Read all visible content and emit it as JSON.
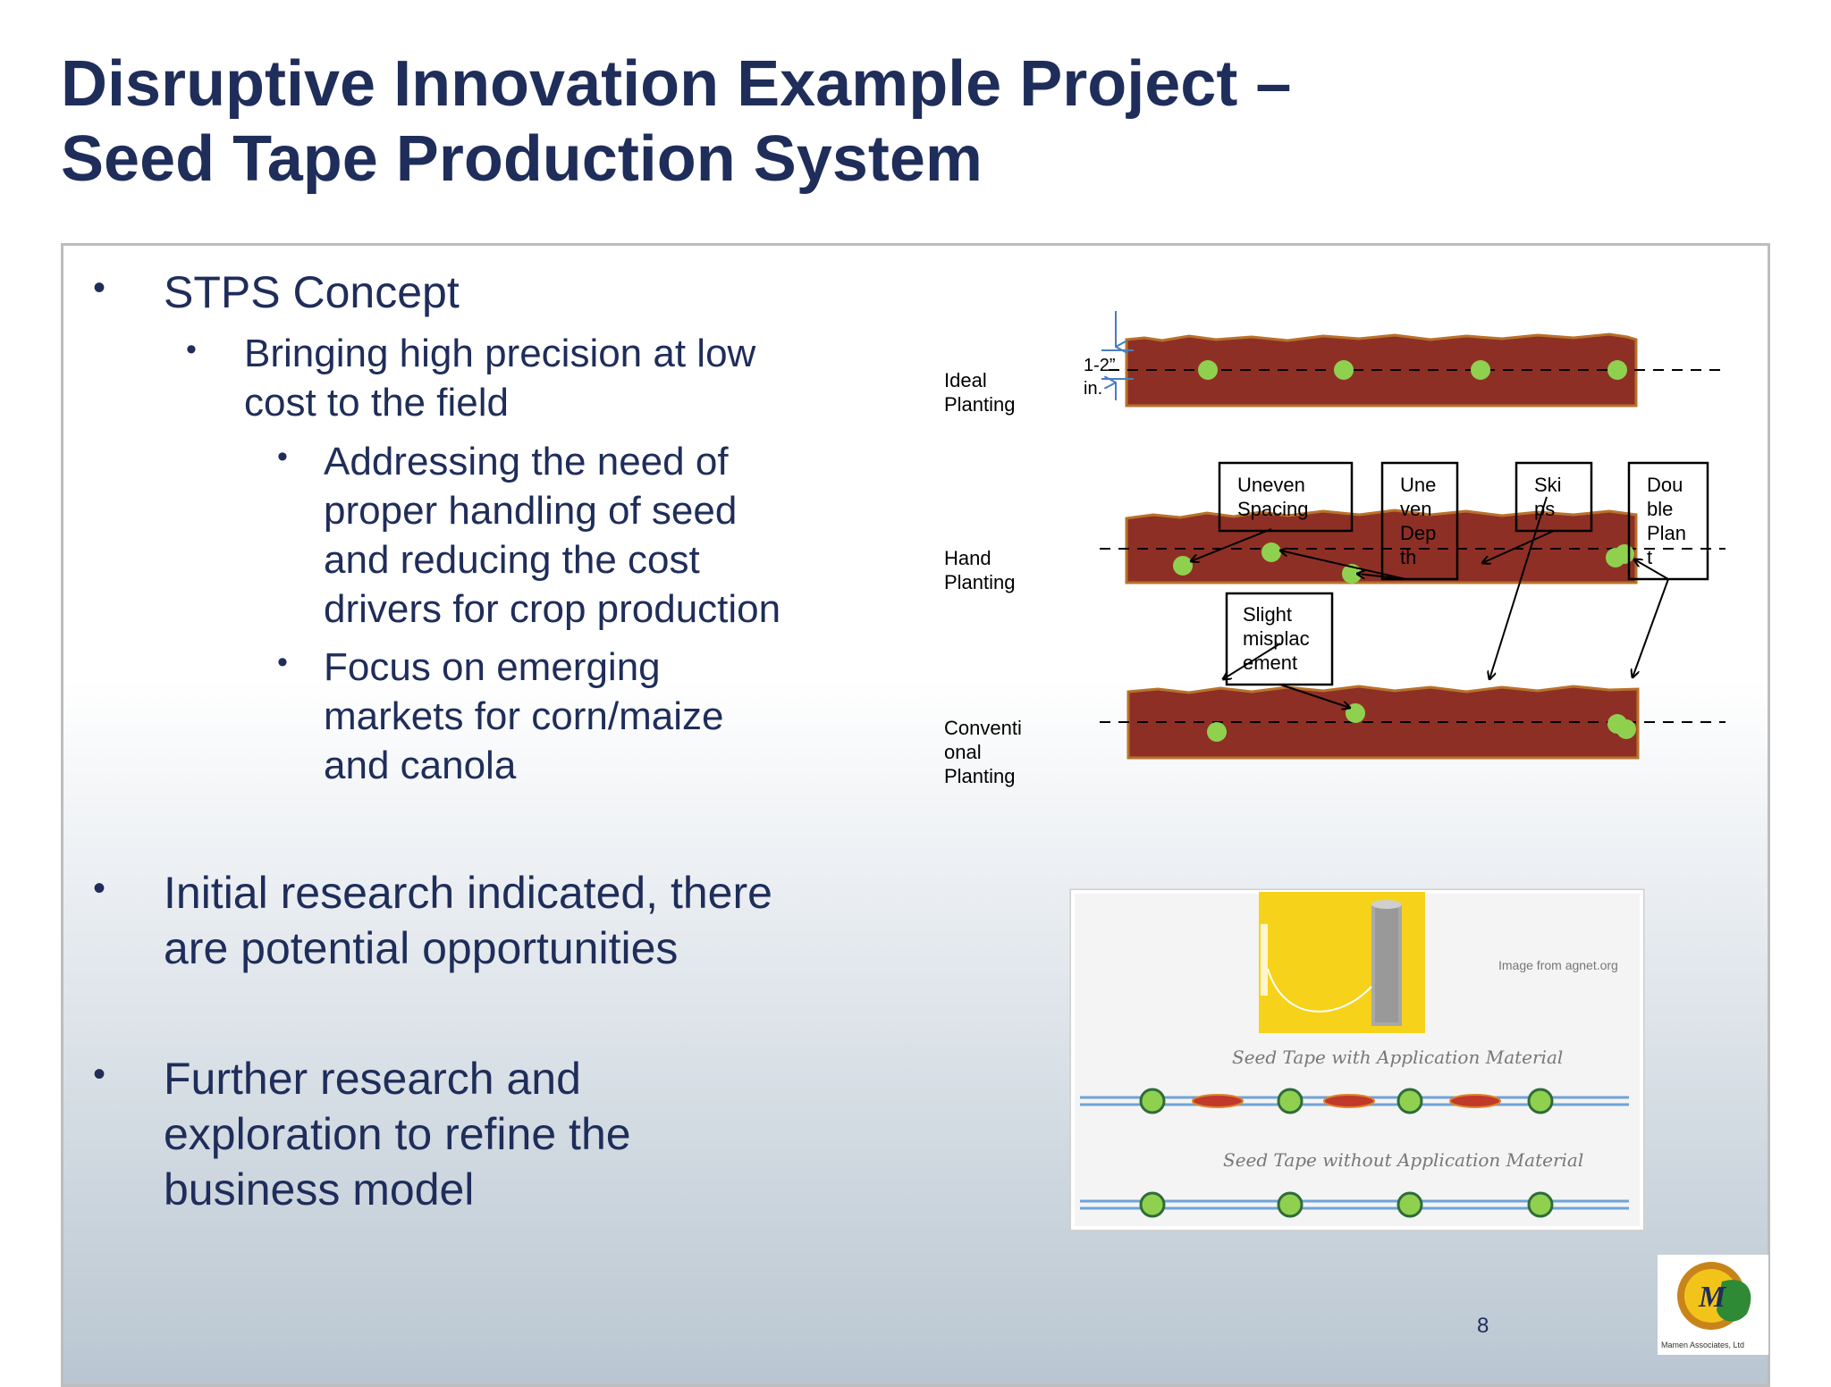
{
  "title": {
    "line1": "Disruptive Innovation Example Project –",
    "line2": "Seed Tape Production System"
  },
  "bullets": {
    "b1": "STPS Concept",
    "b1_1": [
      "Bringing high precision at low",
      "cost to the field"
    ],
    "b1_1_1": [
      "Addressing the need of",
      "proper handling of seed",
      "and reducing the cost",
      "drivers for crop production"
    ],
    "b1_1_2": [
      "Focus on emerging",
      "markets for corn/maize",
      "and canola"
    ],
    "b2": [
      "Initial research indicated, there",
      "are potential opportunities"
    ],
    "b3": [
      "Further research and",
      "exploration to refine the",
      "business model"
    ],
    "bullet_glyph": "•"
  },
  "diagram": {
    "rows": {
      "ideal": "Ideal\nPlanting",
      "hand": "Hand\nPlanting",
      "conventional": "Conventi\nonal\nPlanting"
    },
    "depth_label": "1-2”\nin.",
    "boxes": {
      "uneven_spacing": "Uneven\nSpacing",
      "uneven_depth": "Une\nven\nDep\nth",
      "skips": "Ski\nps",
      "double": "Dou\nble\nPlan\nt",
      "slight": "Slight\nmisplac\nement"
    },
    "colors": {
      "soil": "#8e2f26",
      "soil_border": "#b8722a",
      "seed": "#8fd14f"
    }
  },
  "photo": {
    "caption_top": "Seed Tape  with Application Material",
    "caption_bottom": "Seed Tape without Application Material",
    "credit": "Image from agnet.org"
  },
  "logo": {
    "letter": "M",
    "name": "Mamen Associates, Ltd"
  },
  "page_number": "8"
}
